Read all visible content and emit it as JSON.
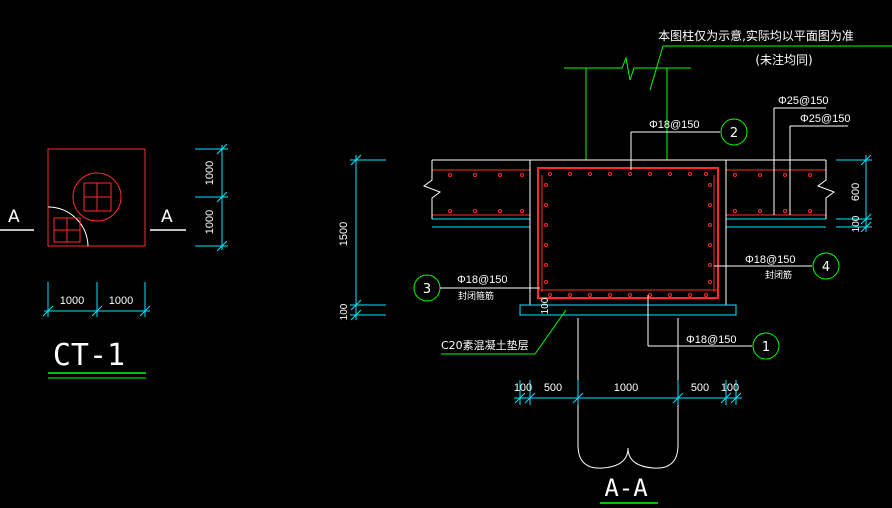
{
  "colors": {
    "background": "#000000",
    "concrete": "#ffffff",
    "rebar": "#ff2a2a",
    "dimension": "#00e5ff",
    "leader": "#00ff00",
    "text": "#ffffff",
    "pile": "#ffffff"
  },
  "plan": {
    "section_mark_left": "A",
    "section_mark_right": "A",
    "dim_top": "1000",
    "dim_bottom": "1000",
    "dim_left": "1000",
    "dim_right": "1000",
    "title": "CT-1"
  },
  "section": {
    "note_line1": "本图柱仅为示意,实际均以平面图为准",
    "note_line2": "(未注均同)",
    "rebar_top_label": "Φ18@150",
    "rebar_top_tag": "2",
    "beam_rebar_upper": "Φ25@150",
    "beam_rebar_lower": "Φ25@150",
    "rebar_side_right_label": "Φ18@150",
    "rebar_side_right_sub": "封闭筋",
    "rebar_side_right_tag": "4",
    "rebar_side_left_label": "Φ18@150",
    "rebar_side_left_sub": "封闭箍筋",
    "rebar_side_left_tag": "3",
    "rebar_bottom_label": "Φ18@150",
    "rebar_bottom_tag": "1",
    "cushion_label": "C20素混凝土垫层",
    "dim_height_total": "1500",
    "dim_cushion_left": "100",
    "dim_beam_height": "600",
    "dim_beam_bottom": "100",
    "dim_cushion_small": "100",
    "dims_bottom": [
      "100",
      "500",
      "1000",
      "500",
      "100"
    ],
    "title": "A-A"
  }
}
